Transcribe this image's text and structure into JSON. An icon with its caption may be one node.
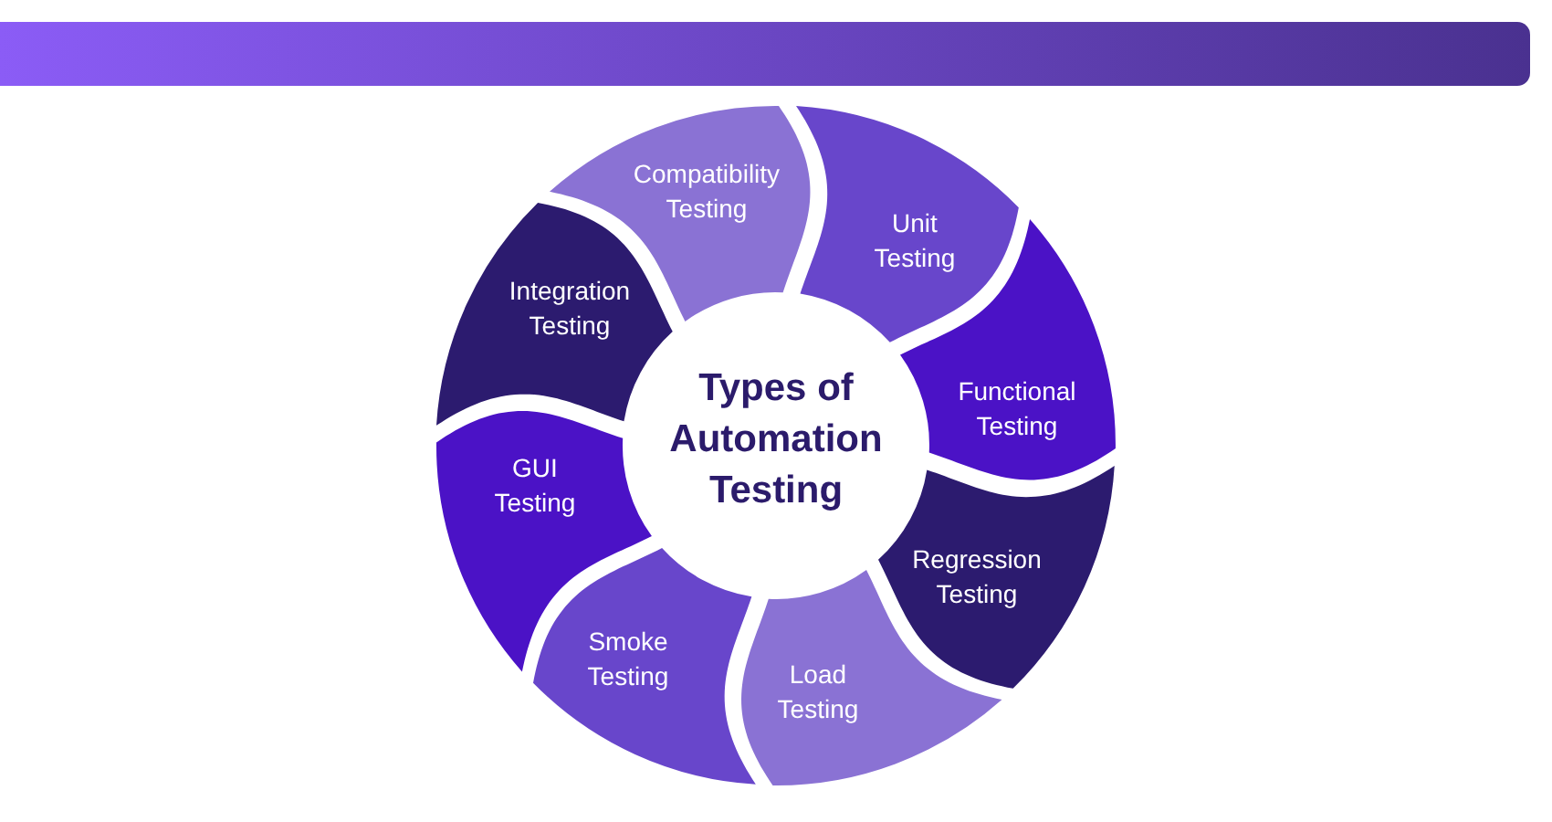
{
  "diagram": {
    "title": "Types of Automation Testing",
    "nodes": [
      {
        "text": [
          "Compatibility Testing"
        ]
      },
      {
        "text": [
          "Unit Testing"
        ]
      },
      {
        "text": [
          "Functional Testing"
        ]
      },
      {
        "text": [
          "Regression Testing"
        ]
      },
      {
        "text": [
          "Load Testing"
        ]
      },
      {
        "text": [
          "Smoke Testing"
        ]
      },
      {
        "text": [
          "GUI Testing"
        ]
      },
      {
        "text": [
          "Integration Testing"
        ]
      }
    ]
  }
}
